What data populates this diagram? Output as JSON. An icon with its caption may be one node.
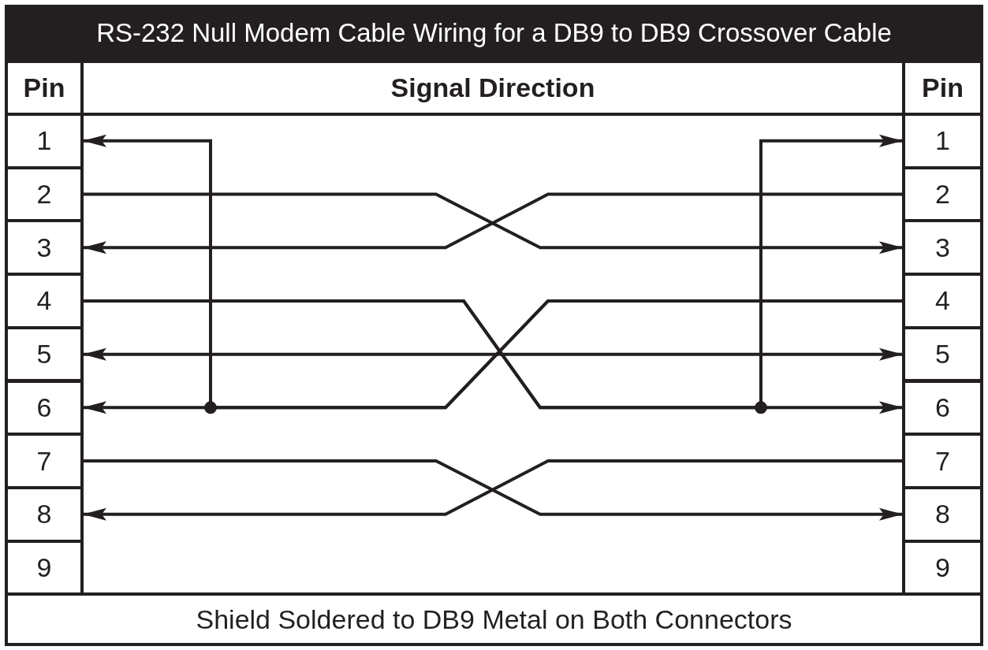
{
  "diagram": {
    "title": "RS-232 Null Modem Cable Wiring for a DB9 to DB9 Crossover Cable",
    "caption": "Shield Soldered to DB9 Metal on Both Connectors",
    "nodes": [
      {
        "text": [
          "1"
        ]
      },
      {
        "text": [
          "2"
        ]
      },
      {
        "text": [
          "3"
        ]
      },
      {
        "text": [
          "4"
        ]
      },
      {
        "text": [
          "5"
        ]
      },
      {
        "text": [
          "6"
        ]
      },
      {
        "text": [
          "7"
        ]
      },
      {
        "text": [
          "8"
        ]
      },
      {
        "text": [
          "9"
        ]
      },
      {
        "text": [
          "1"
        ]
      },
      {
        "text": [
          "2"
        ]
      },
      {
        "text": [
          "3"
        ]
      },
      {
        "text": [
          "4"
        ]
      },
      {
        "text": [
          "5"
        ]
      },
      {
        "text": [
          "6"
        ]
      },
      {
        "text": [
          "7"
        ]
      },
      {
        "text": [
          "8"
        ]
      },
      {
        "text": [
          "9"
        ]
      }
    ],
    "edges": [
      {
        "from": 1,
        "to": 11,
        "arrow": "to"
      },
      {
        "from": 10,
        "to": 2,
        "arrow": "to"
      },
      {
        "from": 3,
        "to": 14,
        "arrow": "to"
      },
      {
        "from": 3,
        "to": 9,
        "arrow": "to"
      },
      {
        "from": 12,
        "to": 5,
        "arrow": "to"
      },
      {
        "from": 12,
        "to": 0,
        "arrow": "to"
      },
      {
        "from": 4,
        "to": 13,
        "arrow": "both"
      },
      {
        "from": 6,
        "to": 16,
        "arrow": "to"
      },
      {
        "from": 15,
        "to": 7,
        "arrow": "to"
      }
    ],
    "labels": [
      "Pin",
      "Signal Direction",
      "Pin"
    ]
  }
}
